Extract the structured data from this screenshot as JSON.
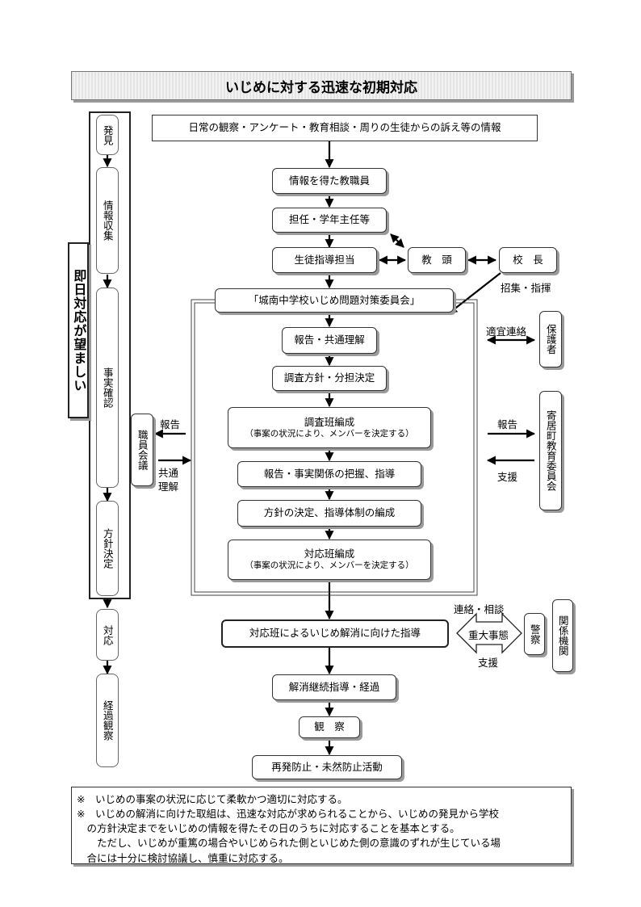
{
  "title": "いじめに対する迅速な初期対応",
  "stages": [
    {
      "id": "hakken",
      "label": "発見"
    },
    {
      "id": "joho",
      "label": "情報収集"
    },
    {
      "id": "jijitsu",
      "label": "事実確認"
    },
    {
      "id": "hoshin",
      "label": "方針決定"
    },
    {
      "id": "taio",
      "label": "対応"
    },
    {
      "id": "keika",
      "label": "経過観察"
    }
  ],
  "sokujitsu_label": "即日対応が望ましい",
  "flow": {
    "info_source": "日常の観察・アンケート・教育相談・周りの生徒からの訴え等の情報",
    "staff": "情報を得た教職員",
    "tannin": "担任・学年主任等",
    "seito_shido": "生徒指導担当",
    "kyoto": "教　頭",
    "kocho": "校　長",
    "shoshu": "招集・指揮",
    "committee": "「城南中学校いじめ問題対策委員会」",
    "houkoku_kyotsu": "報告・共通理解",
    "chosa_hoshin": "調査方針・分担決定",
    "chosahan": "調査班編成",
    "chosahan_sub": "（事案の状況により、メンバーを決定する）",
    "houkoku_jijitsu": "報告・事実関係の把握、指導",
    "hoshin_kettei": "方針の決定、指導体制の編成",
    "taiohan": "対応班編成",
    "taiohan_sub": "（事案の状況により、メンバーを決定する）",
    "taiohan_shido": "対応班によるいじめ解消に向けた指導",
    "kaisho": "解消継続指導・経過",
    "kansatsu": "観　察",
    "saihatsu": "再発防止・未然防止活動"
  },
  "side": {
    "shokuin_kaigi": "職員会議",
    "houkoku_left": "報告",
    "kyotsu_rikai": "共通理解",
    "tekigi_renraku": "適宜連絡",
    "hogosha": "保護者",
    "houkoku_right": "報告",
    "shien_right": "支援",
    "kyoiku_iinkai": "寄居町教育委員会",
    "renraku_sodan": "連絡・相談",
    "judai_jitai": "重大事態",
    "shien_bottom": "支援",
    "keisatsu": "警察",
    "kankei_kikan": "関係機関"
  },
  "notes": [
    "※　いじめの事案の状況に応じて柔軟かつ適切に対応する。",
    "※　いじめの解消に向けた取組は、迅速な対応が求められることから、いじめの発見から学校",
    "　の方針決定までをいじめの情報を得たその日のうちに対応することを基本とする。",
    "　　ただし、いじめが重篤の場合やいじめられた側といじめた側の意識のずれが生じている場",
    "　合には十分に検討協議し、慎重に対応する。"
  ]
}
